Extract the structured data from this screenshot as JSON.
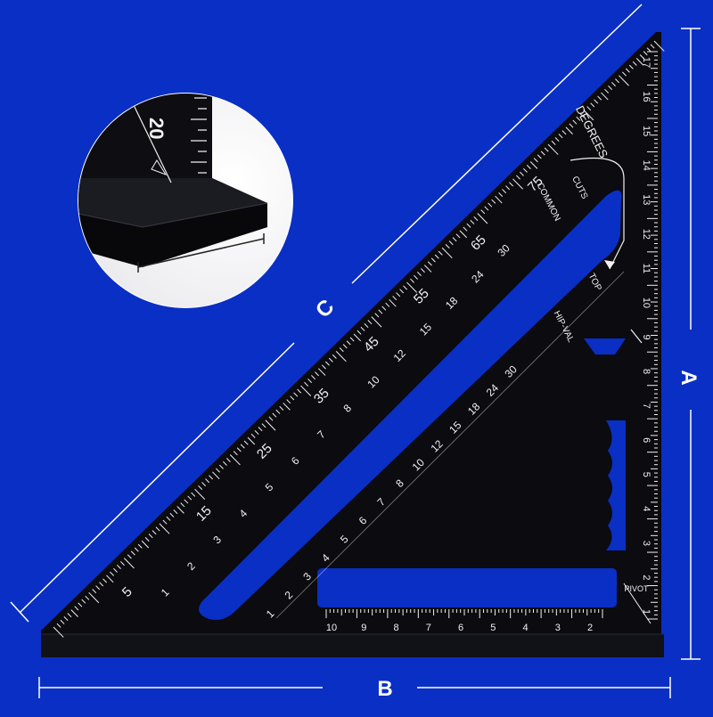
{
  "colors": {
    "background": "#0a2fc4",
    "tool_black": "#0b0b10",
    "marking_white": "#f2f2f2",
    "dimension_line": "#ffffff"
  },
  "dimension_labels": {
    "side_a": "A",
    "side_b": "B",
    "side_c": "C"
  },
  "square_markings": {
    "degrees_label": "DEGREES",
    "common_cuts_label_1": "COMMON",
    "common_cuts_label_2": "CUTS",
    "top_label": "TOP",
    "hip_val_label": "HIP-VAL",
    "pivot_label": "PIVOT",
    "degree_numbers": [
      "5",
      "15",
      "25",
      "35",
      "45",
      "55",
      "65",
      "75"
    ],
    "vertical_ruler_numbers": [
      "17",
      "16",
      "15",
      "14",
      "13",
      "12",
      "11",
      "10",
      "9",
      "8",
      "7",
      "6",
      "5",
      "4",
      "3",
      "2",
      "1"
    ],
    "bottom_ruler_numbers": [
      "10",
      "9",
      "8",
      "7",
      "6",
      "5",
      "4",
      "3",
      "2"
    ],
    "common_rafter_scale": [
      "1",
      "2",
      "3",
      "4",
      "5",
      "6",
      "7",
      "8",
      "10",
      "12",
      "15",
      "18",
      "24",
      "30"
    ],
    "hip_val_scale": [
      "1",
      "2",
      "3",
      "4",
      "5",
      "6",
      "7",
      "8",
      "10",
      "12",
      "15",
      "18",
      "24",
      "30"
    ]
  },
  "inset": {
    "visible_number": "20"
  }
}
